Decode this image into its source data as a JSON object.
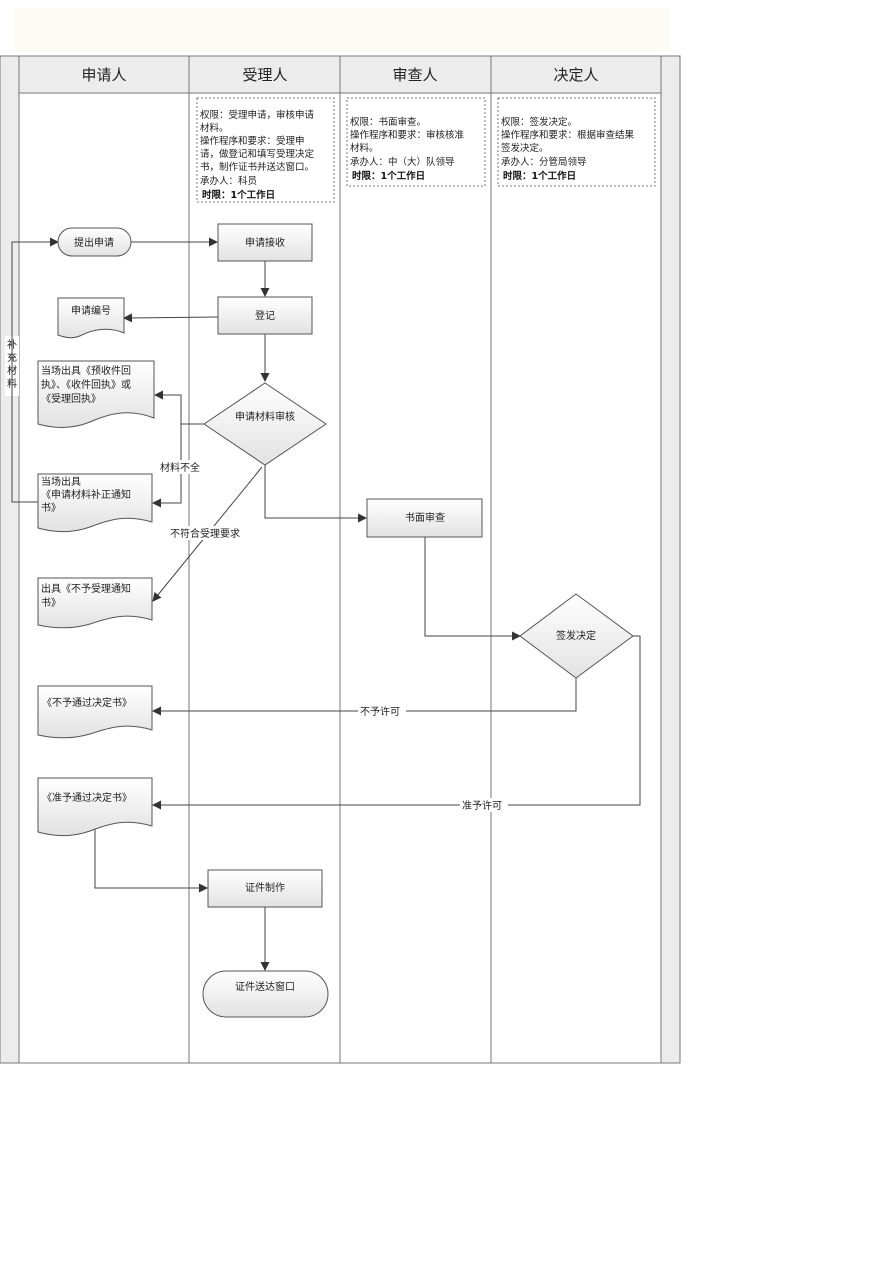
{
  "lanes": {
    "applicant": "申请人",
    "receiver": "受理人",
    "reviewer": "审查人",
    "decider": "决定人"
  },
  "side_label": [
    "补",
    "充",
    "材",
    "料"
  ],
  "notes": {
    "receiver": [
      "权限：受理申请，审核申请",
      "材料。",
      "操作程序和要求：受理申",
      "请，做登记和填写受理决定",
      "书，制作证书并送达窗口。",
      "承办人：科员",
      "时限：1个工作日"
    ],
    "reviewer": [
      "权限：书面审查。",
      "操作程序和要求：审核核准",
      "材料。",
      "承办人：中（大）队领导",
      "时限：1个工作日"
    ],
    "decider": [
      "权限：签发决定。",
      "操作程序和要求：根据审查结果",
      "签发决定。",
      "承办人：分管局领导",
      "时限：1个工作日"
    ]
  },
  "nodes": {
    "submit": "提出申请",
    "receive": "申请接收",
    "app_no": "申请编号",
    "register": "登记",
    "receipt": [
      "当场出具《预收件回",
      "执》、《收件回执》或",
      "《受理回执》"
    ],
    "review_material": "申请材料审核",
    "supplement_notice": [
      "当场出具",
      "《申请材料补正通知",
      "书》"
    ],
    "written_review": "书面审查",
    "reject_notice": [
      "出具《不予受理通知",
      "书》"
    ],
    "sign_decision": "签发决定",
    "deny_decision": "《不予通过决定书》",
    "approve_decision": "《准予通过决定书》",
    "make_cert": "证件制作",
    "deliver": "证件送达窗口"
  },
  "edge_labels": {
    "incomplete": "材料不全",
    "not_qualified": "不符合受理要求",
    "deny": "不予许可",
    "approve": "准予许可"
  }
}
